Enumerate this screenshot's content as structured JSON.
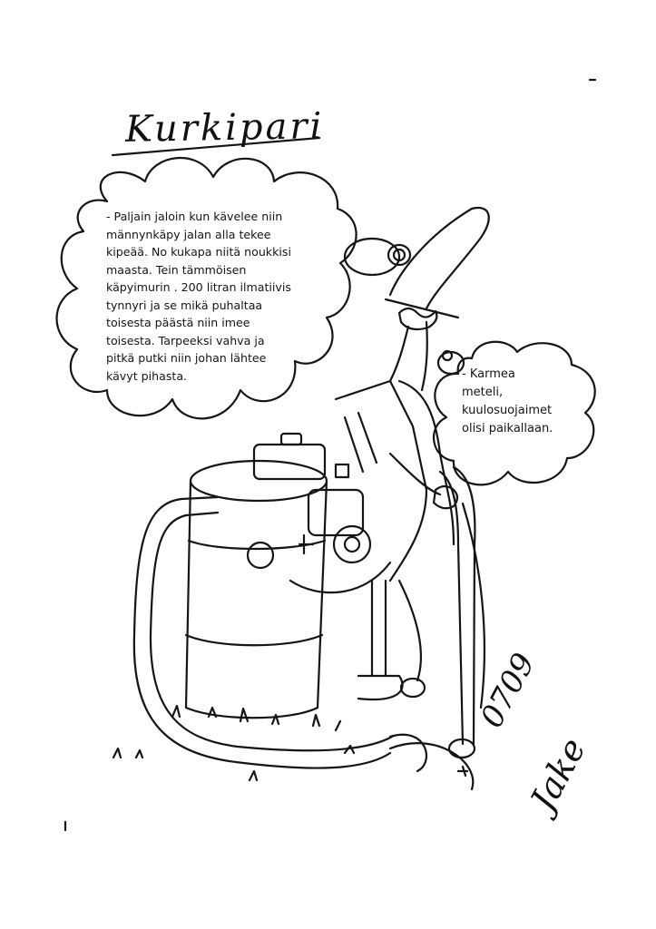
{
  "title": "Kurkipari",
  "speech_left": "- Paljain jaloin kun kävelee niin\nmännynkäpy jalan alla tekee\nkipeää. No kukapa niitä noukkisi\nmaasta. Tein tämmöisen\nkäpyimurin . 200 litran ilmatiivis\ntynnyri ja se mikä puhaltaa\ntoisesta päästä niin imee\ntoisesta. Tarpeeksi vahva ja\npitkä putki niin johan lähtee\nkävyt pihasta.",
  "speech_right": "- Karmea\nmeteli,\nkuulosuojaimet\nolisi paikallaan.",
  "signature": {
    "date": "0709",
    "name": "Jake"
  },
  "colors": {
    "ink": "#151515",
    "paper": "#ffffff"
  }
}
